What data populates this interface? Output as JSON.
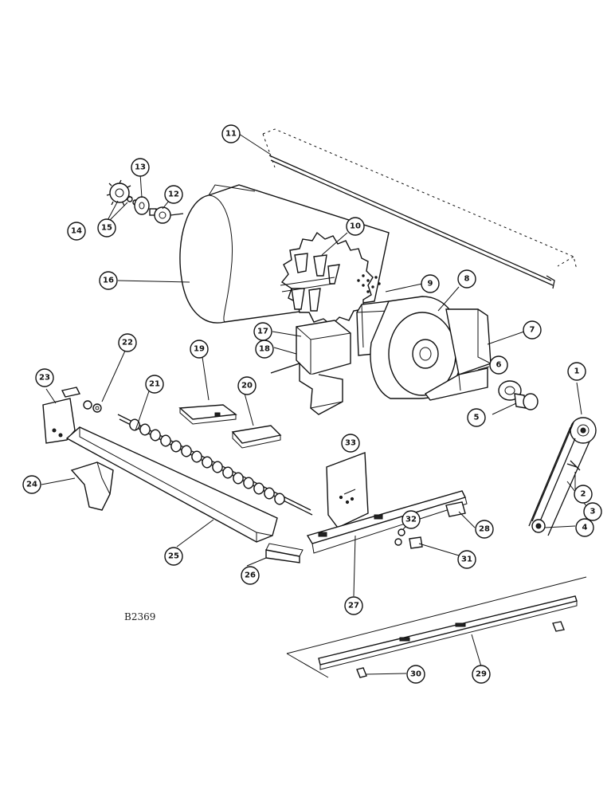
{
  "figure_ref": "B2369",
  "callouts": [
    "1",
    "2",
    "3",
    "4",
    "5",
    "6",
    "7",
    "8",
    "9",
    "10",
    "11",
    "12",
    "13",
    "14",
    "15",
    "16",
    "17",
    "18",
    "19",
    "20",
    "21",
    "22",
    "23",
    "24",
    "25",
    "26",
    "27",
    "28",
    "29",
    "30",
    "31",
    "32",
    "33"
  ]
}
